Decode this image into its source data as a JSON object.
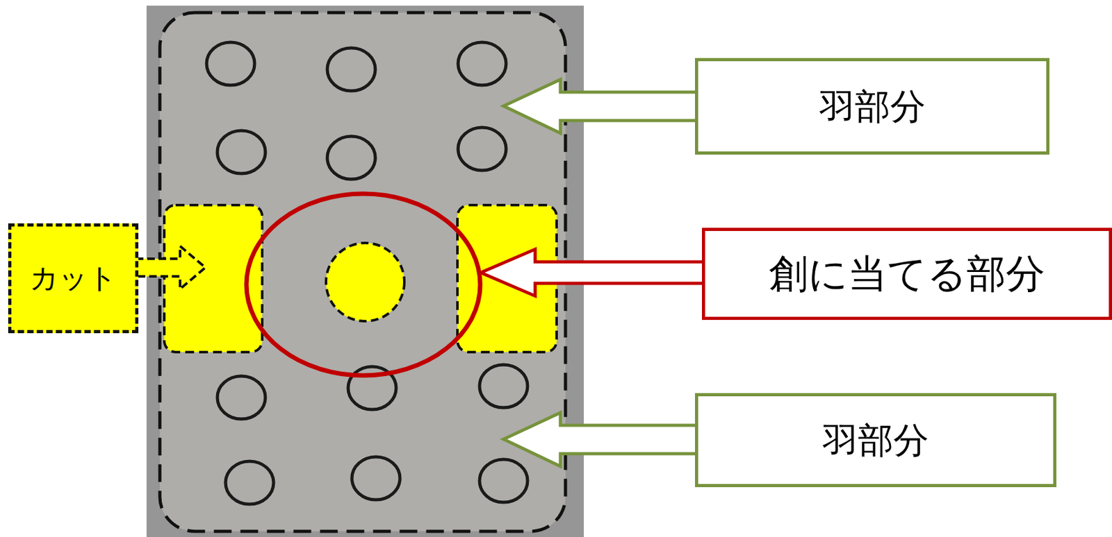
{
  "diagram": {
    "nodes": [
      {
        "text": [
          "羽部分"
        ]
      },
      {
        "text": [
          "カット"
        ]
      },
      {
        "text": [
          "創に当てる部分"
        ]
      },
      {
        "text": [
          "羽部分"
        ]
      }
    ]
  }
}
